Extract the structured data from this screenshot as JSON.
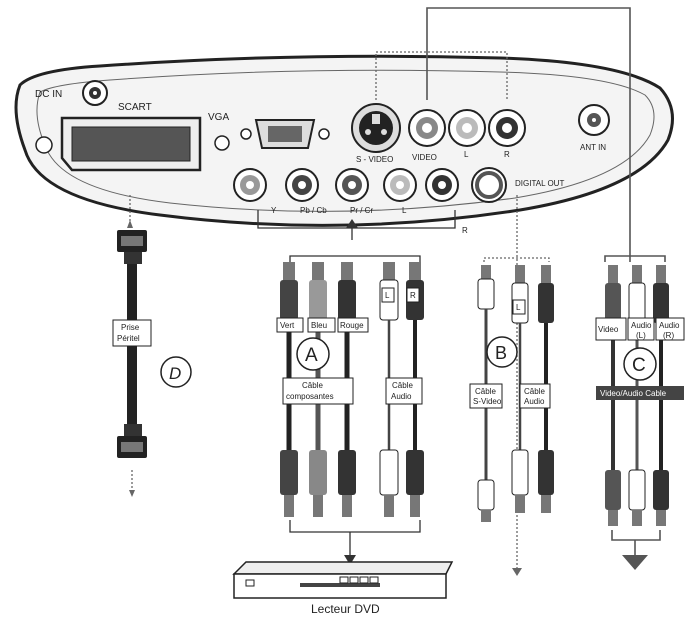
{
  "panel": {
    "dc_in": "DC  IN",
    "scart": "SCART",
    "vga": "VGA",
    "s_video": "S - VIDEO",
    "video": "VIDEO",
    "l": "L",
    "r": "R",
    "ant_in": "ANT IN",
    "y": "Y",
    "pb_cb": "Pb / Cb",
    "pr_cr": "Pr / Cr",
    "l2": "L",
    "r2": "R",
    "digital_out": "DIGITAL OUT"
  },
  "cable_d": {
    "label_line1": "Prise",
    "label_line2": "Péritel",
    "letter": "D"
  },
  "cable_a": {
    "plug_labels": [
      "Vert",
      "Bleu",
      "Rouge"
    ],
    "audio_plug_l": "L",
    "audio_plug_r": "R",
    "letter": "A",
    "component_line1": "Câble",
    "component_line2": "composantes",
    "audio_line1": "Câble",
    "audio_line2": "Audio"
  },
  "cable_b": {
    "letter": "B",
    "plug_l": "L",
    "svideo_line1": "Câble",
    "svideo_line2": "S-Video",
    "audio_line1": "Câble",
    "audio_line2": "Audio"
  },
  "cable_c": {
    "letter": "C",
    "video": "Video",
    "audio_l_line1": "Audio",
    "audio_l_line2": "(L)",
    "audio_r_line1": "Audio",
    "audio_r_line2": "(R)",
    "cable_label": "Video/Audio Cable"
  },
  "dvd": {
    "label": "Lecteur DVD"
  }
}
